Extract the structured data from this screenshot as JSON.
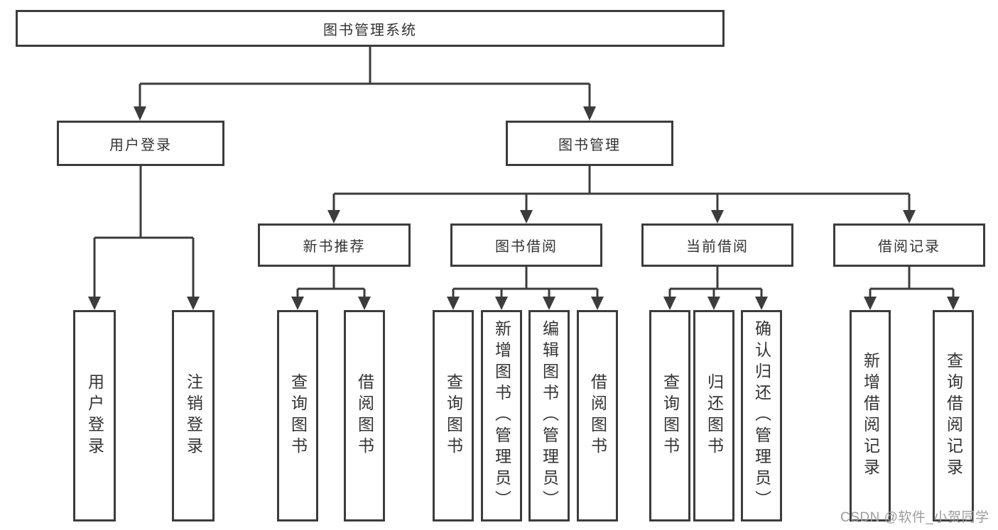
{
  "diagram": {
    "type": "hierarchy-tree",
    "orientation": "top-down",
    "colors": {
      "line": "#3c3c3c",
      "box_border": "#3c3c3c",
      "box_fill": "#ffffff",
      "text": "#333333",
      "background": "#ffffff"
    }
  },
  "tree": {
    "root": {
      "label": "图书管理系统"
    },
    "level2": [
      {
        "label": "用户登录",
        "parent": "图书管理系统"
      },
      {
        "label": "图书管理",
        "parent": "图书管理系统"
      }
    ],
    "level3": [
      {
        "label": "新书推荐",
        "parent": "图书管理"
      },
      {
        "label": "图书借阅",
        "parent": "图书管理"
      },
      {
        "label": "当前借阅",
        "parent": "图书管理"
      },
      {
        "label": "借阅记录",
        "parent": "图书管理"
      }
    ],
    "leaves": [
      {
        "label": "用户登录",
        "parent": "用户登录"
      },
      {
        "label": "注销登录",
        "parent": "用户登录"
      },
      {
        "label": "查询图书",
        "parent": "新书推荐"
      },
      {
        "label": "借阅图书",
        "parent": "新书推荐"
      },
      {
        "label": "查询图书",
        "parent": "图书借阅"
      },
      {
        "label": "新增图书（管理员）",
        "parent": "图书借阅"
      },
      {
        "label": "编辑图书（管理员）",
        "parent": "图书借阅"
      },
      {
        "label": "借阅图书",
        "parent": "图书借阅"
      },
      {
        "label": "查询图书",
        "parent": "当前借阅"
      },
      {
        "label": "归还图书",
        "parent": "当前借阅"
      },
      {
        "label": "确认归还（管理员）",
        "parent": "当前借阅"
      },
      {
        "label": "新增借阅记录",
        "parent": "借阅记录"
      },
      {
        "label": "查询借阅记录",
        "parent": "借阅记录"
      }
    ]
  },
  "watermark": {
    "text": "CSDN @软件_小贺同学"
  }
}
